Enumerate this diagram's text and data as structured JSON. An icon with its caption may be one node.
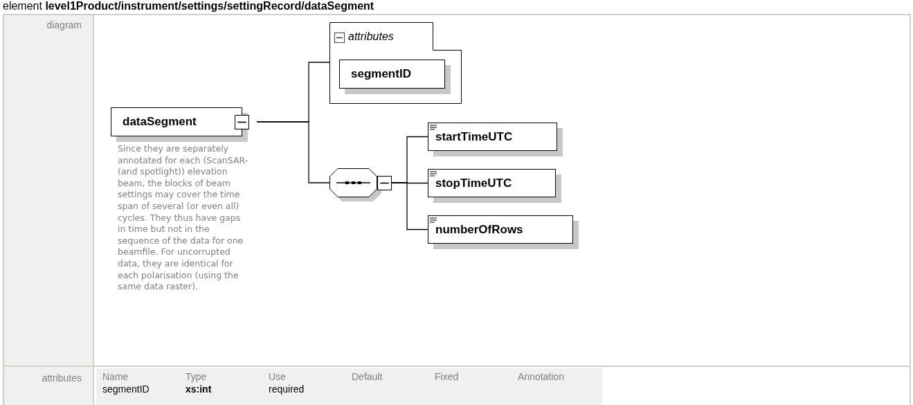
{
  "diagram": {
    "title": "element **level1Product/instrument/settings/settingRecord/dataSegment**",
    "nodes": [
      {
        "text": [
          "dataSegment"
        ],
        "beside": [
          "Since they are separately annotated for each (ScanSAR- (and spotlight)) elevation beam, the blocks of beam settings may cover the time span of several (or even all) cycles. They thus have gaps in time but not in the sequence of the data for one beamfile. For uncorrupted data, they are identical for each polarisation (using the same data raster)."
        ]
      },
      {
        "text": [
          "attributes"
        ]
      },
      {
        "text": [
          "segmentID"
        ],
        "in": 1
      },
      {
        "text": [],
        "shape": "octagon"
      },
      {
        "text": [
          "startTimeUTC"
        ]
      },
      {
        "text": [
          "stopTimeUTC"
        ]
      },
      {
        "text": [
          "numberOfRows"
        ]
      }
    ],
    "edges": [
      {
        "from": 0,
        "to": 1,
        "arrow": "none"
      },
      {
        "from": 0,
        "to": 3,
        "arrow": "none"
      },
      {
        "from": 3,
        "to": 4,
        "arrow": "none"
      },
      {
        "from": 3,
        "to": 5,
        "arrow": "none"
      },
      {
        "from": 3,
        "to": 6,
        "arrow": "none"
      }
    ],
    "labels": [
      "diagram",
      "attributes",
      "Name",
      "Type",
      "Use",
      "Default",
      "Fixed",
      "Annotation",
      "segmentID",
      "xs:int",
      "required"
    ]
  }
}
